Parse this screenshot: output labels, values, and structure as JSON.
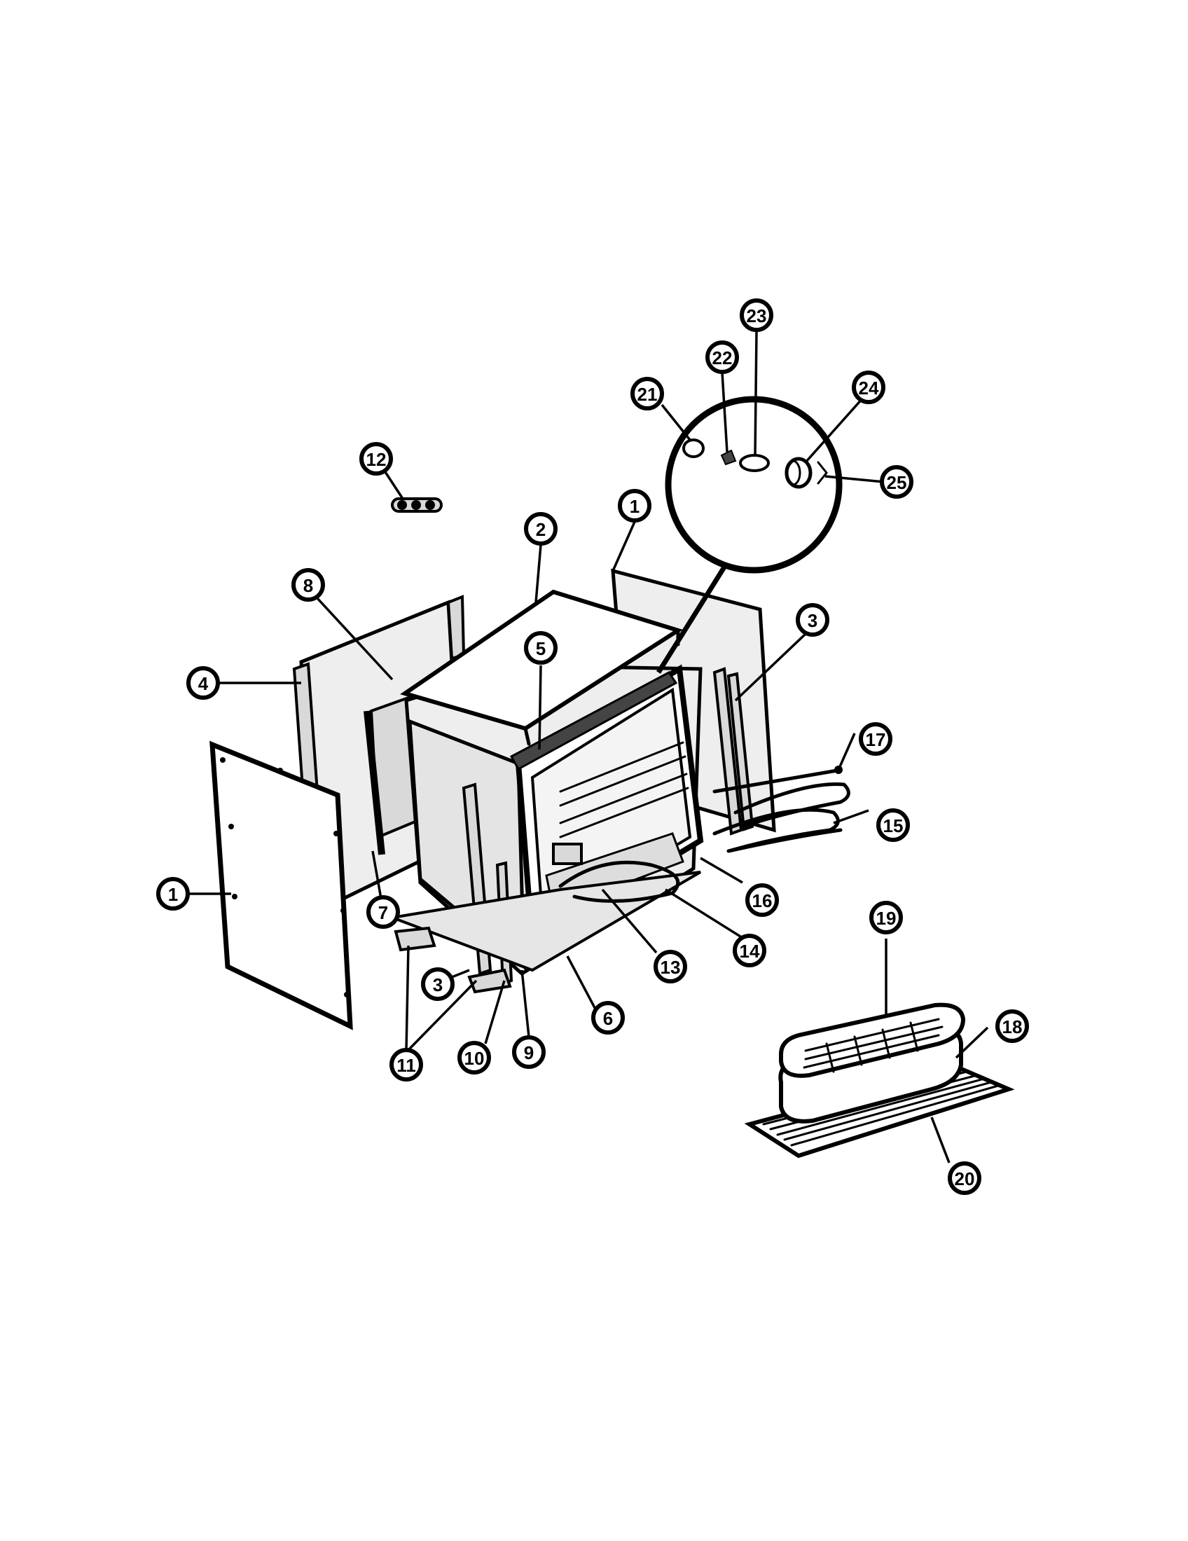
{
  "callouts": {
    "c1a": "1",
    "c1b": "1",
    "c2": "2",
    "c3a": "3",
    "c3b": "3",
    "c4": "4",
    "c5": "5",
    "c6": "6",
    "c7": "7",
    "c8": "8",
    "c9": "9",
    "c10": "10",
    "c11": "11",
    "c12": "12",
    "c13": "13",
    "c14": "14",
    "c15": "15",
    "c16": "16",
    "c17": "17",
    "c18": "18",
    "c19": "19",
    "c20": "20",
    "c21": "21",
    "c22": "22",
    "c23": "23",
    "c24": "24",
    "c25": "25"
  }
}
